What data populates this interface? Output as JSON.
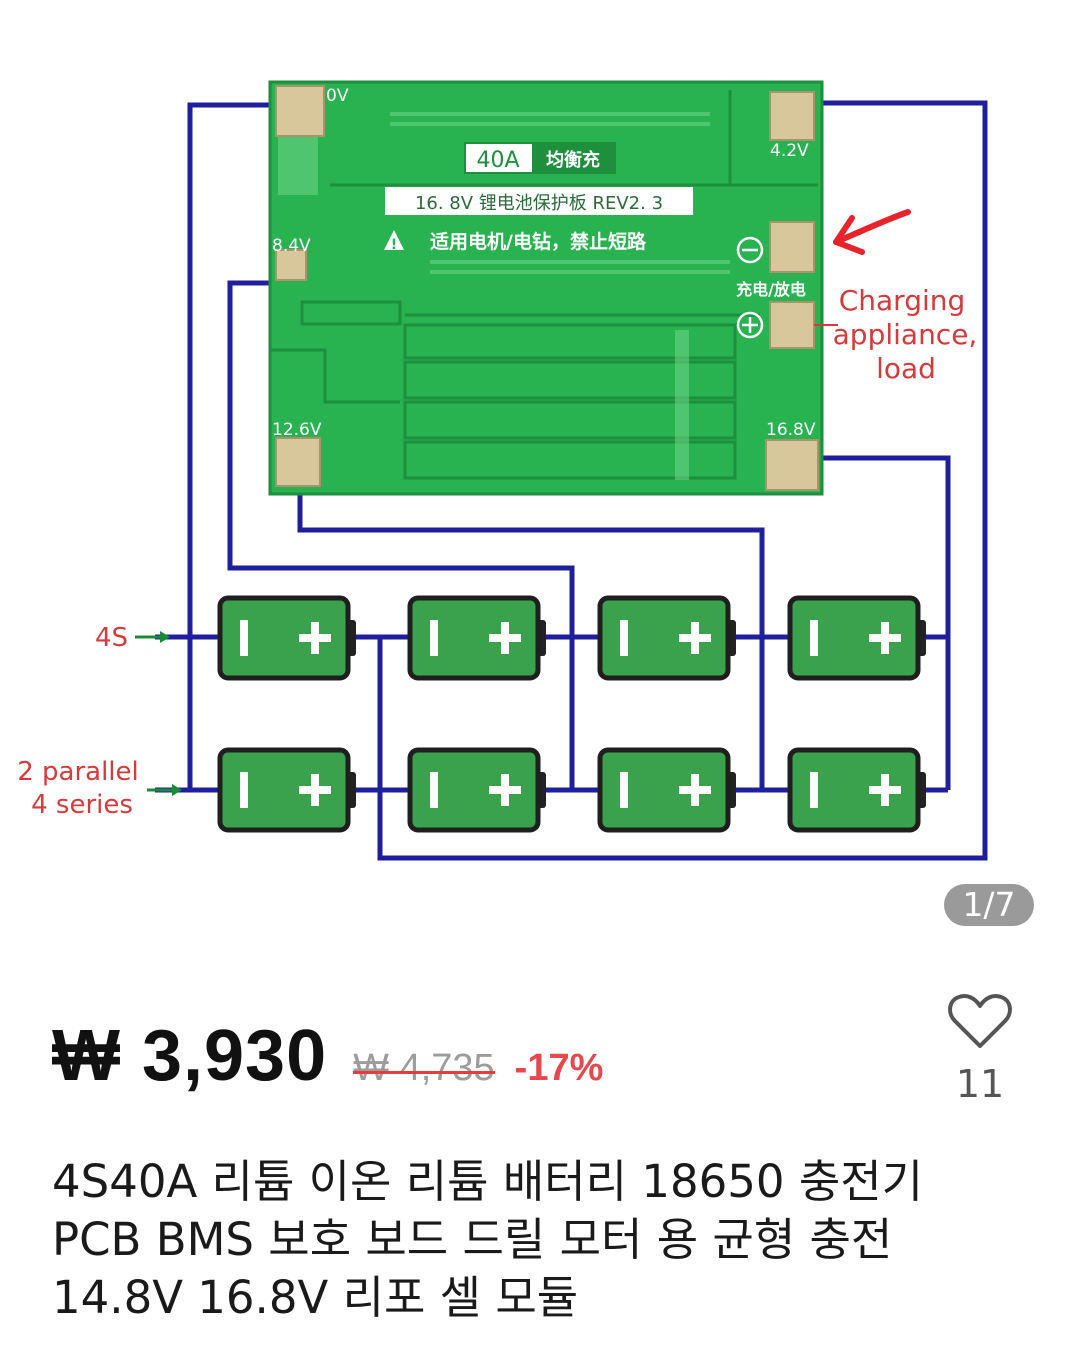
{
  "gallery": {
    "board": {
      "badge_main": "40A",
      "badge_side": "均衡充",
      "spec_line": "16. 8V  锂电池保护板  REV2. 3",
      "warning": "适用电机/电钻，禁止短路",
      "port_label": "充电/放电"
    },
    "pad_labels": {
      "v0": "0V",
      "v42": "4.2V",
      "v84": "8.4V",
      "v126": "12.6V",
      "v168": "16.8V"
    },
    "annotations": {
      "load_lines": [
        "Charging",
        "appliance,",
        "load"
      ],
      "series_label": "4S",
      "parallel_lines": [
        "2 parallel",
        "4 series"
      ]
    },
    "counter": "1/7"
  },
  "product": {
    "price": "₩ 3,930",
    "original_price": "₩ 4,735",
    "discount": "-17%",
    "favorite_count": "11",
    "title_lines": [
      "4S40A 리튬 이온 리튬 배터리 18650 충전기",
      "PCB BMS 보호 보드 드릴 모터 용 균형 충전",
      "14.8V 16.8V 리포 셀 모듈"
    ]
  },
  "colors": {
    "pcb": "#28b350",
    "wire": "#1f1f9e",
    "annotation_red": "#d63a3a",
    "arrow_green": "#1a8a3a",
    "discount_red": "#e5484d"
  },
  "icons": {
    "favorite": "heart-outline-icon",
    "pointer": "red-arrow-icon"
  }
}
